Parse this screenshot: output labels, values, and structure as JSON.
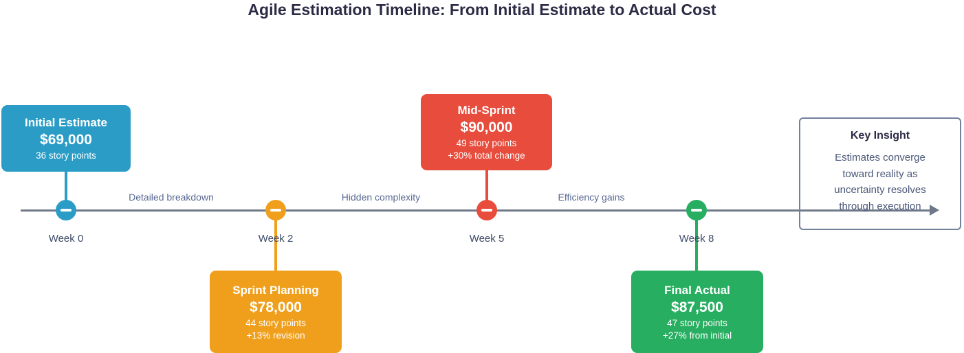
{
  "title": "Agile Estimation Timeline: From Initial Estimate to Actual Cost",
  "milestones": [
    {
      "name": "Initial Estimate",
      "amount": "$69,000",
      "detail1": "36 story points",
      "detail2": "",
      "week": "Week 0",
      "color": "#2A9CC6",
      "card_position": "above"
    },
    {
      "name": "Sprint Planning",
      "amount": "$78,000",
      "detail1": "44 story points",
      "detail2": "+13% revision",
      "week": "Week 2",
      "color": "#EF9F1B",
      "card_position": "below"
    },
    {
      "name": "Mid-Sprint",
      "amount": "$90,000",
      "detail1": "49 story points",
      "detail2": "+30% total change",
      "week": "Week 5",
      "color": "#E74C3C",
      "card_position": "above"
    },
    {
      "name": "Final Actual",
      "amount": "$87,500",
      "detail1": "47 story points",
      "detail2": "+27% from initial",
      "week": "Week 8",
      "color": "#27AE60",
      "card_position": "below"
    }
  ],
  "segments": [
    {
      "label": "Detailed breakdown"
    },
    {
      "label": "Hidden complexity"
    },
    {
      "label": "Efficiency gains"
    }
  ],
  "legend": {
    "title": "Key Insight",
    "lines": [
      "Estimates converge",
      "toward reality as",
      "uncertainty resolves",
      "through execution"
    ]
  },
  "colors": {
    "blue": "#2A9CC6",
    "orange": "#EF9F1B",
    "red": "#E74C3C",
    "green": "#27AE60",
    "line": "#6F7889",
    "title": "#2B2B45",
    "week": "#3D4968",
    "segment": "#5A6A94",
    "legend-border": "#73809B",
    "legend-text": "#4A5678"
  }
}
